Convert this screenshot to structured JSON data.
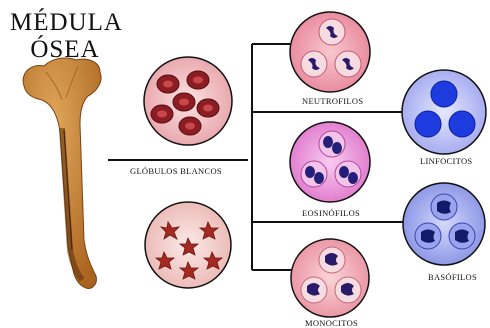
{
  "title": {
    "line1": "MÉDULA",
    "line2": "ÓSEA"
  },
  "labels": {
    "globulos_blancos": "GLÓBULOS BLANCOS",
    "neutrofilos": "NEUTROFILOS",
    "eosinofilos": "EOSINÓFILOS",
    "monocitos": "MONOCITOS",
    "linfocitos": "LINFOCITOS",
    "basofilos": "BASÓFILOS"
  },
  "colors": {
    "connector_line": "#111111",
    "bone": "#c98a3a",
    "red_cell_disc": "#f2c4c8",
    "platelet_disc": "#f3d2d0",
    "neutrophil_disc": "#f0a9b6",
    "eosinophil_disc": "#f0a6de",
    "monocyte_disc": "#f3b9c2",
    "lymphocyte_disc": "#c9cdf8",
    "basophil_disc": "#b7bff2"
  }
}
